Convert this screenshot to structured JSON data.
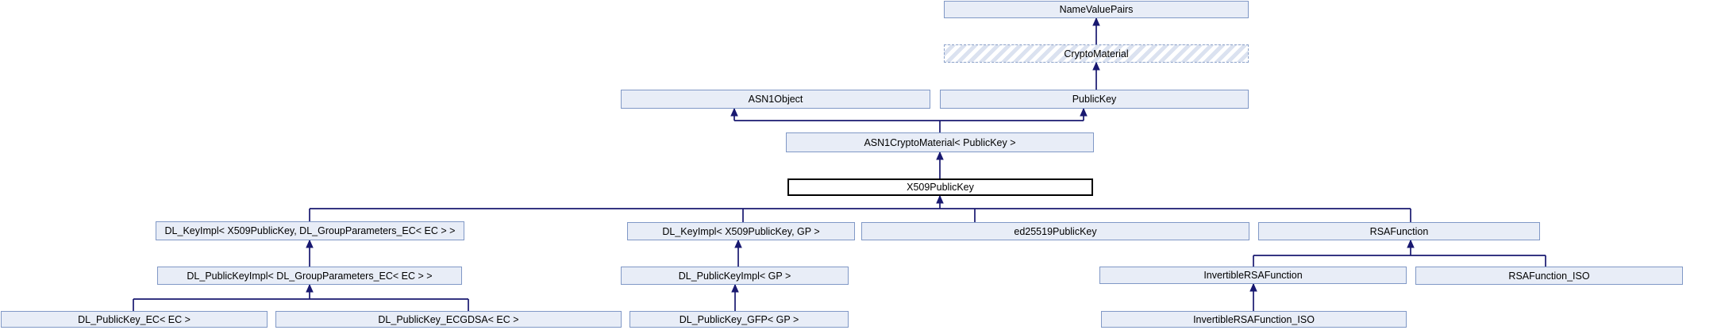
{
  "diagram": {
    "type": "class-inheritance-graph",
    "focus_node": "X509PublicKey",
    "colors": {
      "node_fill": "#e8edf7",
      "node_border": "#8098c6",
      "focus_node_fill": "#ffffff",
      "focus_node_border": "#000000",
      "truncated_node_hatch": "#dbe2f0",
      "edge": "#191970",
      "text": "#000000",
      "background": "#ffffff"
    },
    "nodes": [
      {
        "label": "NameValuePairs",
        "kind": "normal"
      },
      {
        "label": "CryptoMaterial",
        "kind": "truncated-hatched"
      },
      {
        "label": "ASN1Object",
        "kind": "normal"
      },
      {
        "label": "PublicKey",
        "kind": "normal"
      },
      {
        "label": "ASN1CryptoMaterial< PublicKey >",
        "kind": "normal"
      },
      {
        "label": "X509PublicKey",
        "kind": "focus"
      },
      {
        "label": "DL_KeyImpl< X509PublicKey, DL_GroupParameters_EC< EC > >",
        "kind": "normal"
      },
      {
        "label": "DL_KeyImpl< X509PublicKey, GP >",
        "kind": "normal"
      },
      {
        "label": "ed25519PublicKey",
        "kind": "normal"
      },
      {
        "label": "RSAFunction",
        "kind": "normal"
      },
      {
        "label": "DL_PublicKeyImpl< DL_GroupParameters_EC< EC > >",
        "kind": "normal"
      },
      {
        "label": "DL_PublicKeyImpl< GP >",
        "kind": "normal"
      },
      {
        "label": "InvertibleRSAFunction",
        "kind": "normal"
      },
      {
        "label": "RSAFunction_ISO",
        "kind": "normal"
      },
      {
        "label": "DL_PublicKey_EC< EC >",
        "kind": "normal"
      },
      {
        "label": "DL_PublicKey_ECGDSA< EC >",
        "kind": "normal"
      },
      {
        "label": "DL_PublicKey_GFP< GP >",
        "kind": "normal"
      },
      {
        "label": "InvertibleRSAFunction_ISO",
        "kind": "normal"
      }
    ],
    "edges": [
      {
        "from": "CryptoMaterial",
        "to": "NameValuePairs"
      },
      {
        "from": "PublicKey",
        "to": "CryptoMaterial"
      },
      {
        "from": "ASN1CryptoMaterial< PublicKey >",
        "to": "ASN1Object"
      },
      {
        "from": "ASN1CryptoMaterial< PublicKey >",
        "to": "PublicKey"
      },
      {
        "from": "X509PublicKey",
        "to": "ASN1CryptoMaterial< PublicKey >"
      },
      {
        "from": "DL_KeyImpl< X509PublicKey, DL_GroupParameters_EC< EC > >",
        "to": "X509PublicKey"
      },
      {
        "from": "DL_KeyImpl< X509PublicKey, GP >",
        "to": "X509PublicKey"
      },
      {
        "from": "ed25519PublicKey",
        "to": "X509PublicKey"
      },
      {
        "from": "RSAFunction",
        "to": "X509PublicKey"
      },
      {
        "from": "DL_PublicKeyImpl< DL_GroupParameters_EC< EC > >",
        "to": "DL_KeyImpl< X509PublicKey, DL_GroupParameters_EC< EC > >"
      },
      {
        "from": "DL_PublicKeyImpl< GP >",
        "to": "DL_KeyImpl< X509PublicKey, GP >"
      },
      {
        "from": "InvertibleRSAFunction",
        "to": "RSAFunction"
      },
      {
        "from": "RSAFunction_ISO",
        "to": "RSAFunction"
      },
      {
        "from": "DL_PublicKey_EC< EC >",
        "to": "DL_PublicKeyImpl< DL_GroupParameters_EC< EC > >"
      },
      {
        "from": "DL_PublicKey_ECGDSA< EC >",
        "to": "DL_PublicKeyImpl< DL_GroupParameters_EC< EC > >"
      },
      {
        "from": "DL_PublicKey_GFP< GP >",
        "to": "DL_PublicKeyImpl< GP >"
      },
      {
        "from": "InvertibleRSAFunction_ISO",
        "to": "InvertibleRSAFunction"
      }
    ]
  }
}
